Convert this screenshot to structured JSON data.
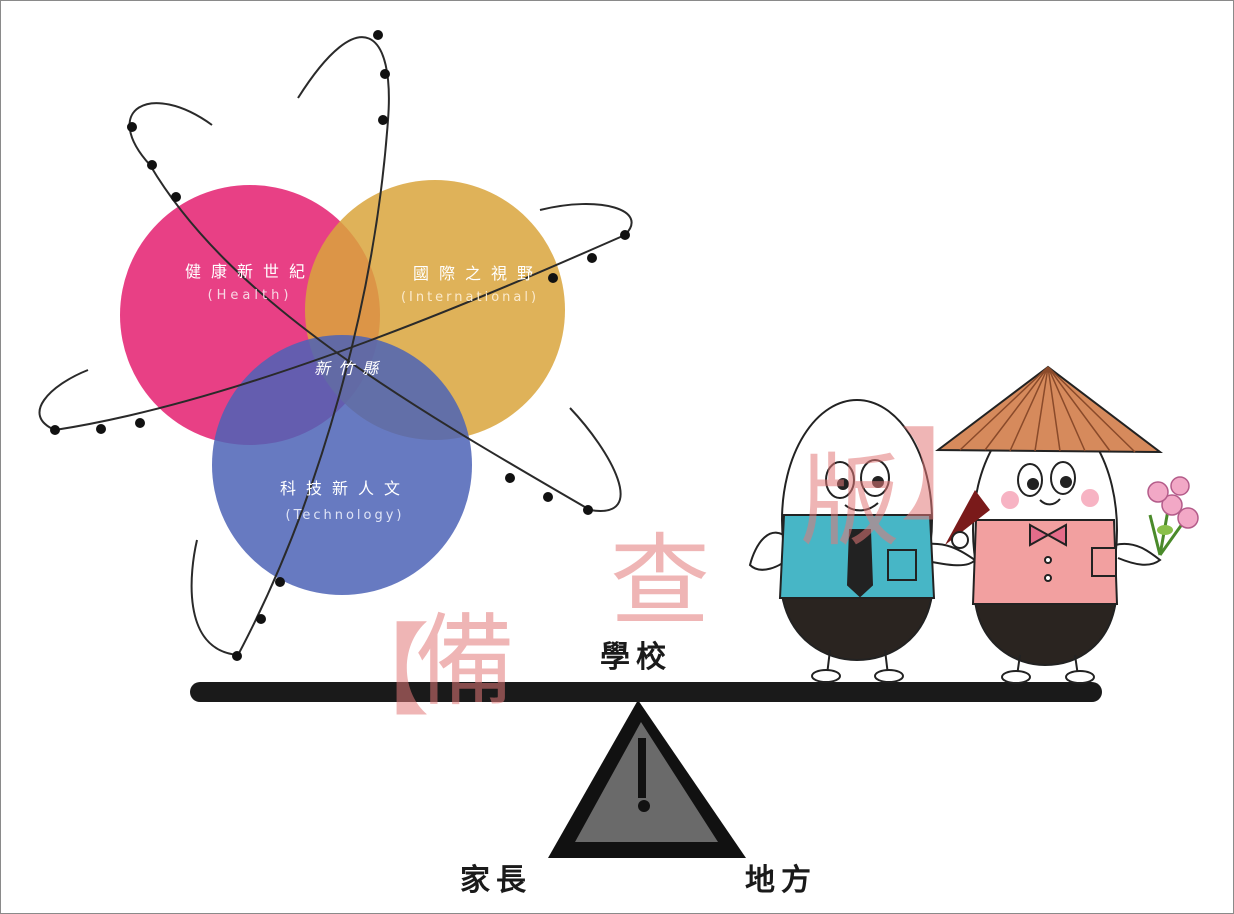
{
  "circles": {
    "health": {
      "name": "健康新世紀",
      "sub": "(Health)",
      "color": "#e62b78"
    },
    "international": {
      "name": "國際之視野",
      "sub": "(International)",
      "color": "#d9a53c"
    },
    "technology": {
      "name": "科技新人文",
      "sub": "(Technology)",
      "color": "#4c63b6"
    },
    "center": {
      "name": "新竹縣"
    }
  },
  "seesaw": {
    "school": "學校",
    "parents": "家長",
    "community": "地方"
  },
  "watermark": {
    "bracket_open": "【",
    "char1": "備",
    "char2": "查",
    "char3": "版",
    "bracket_close": "】"
  },
  "colors": {
    "beam": "#1a1a1a",
    "fulcrum_fill": "#6a6a6a",
    "boy_shirt": "#47b6c6",
    "girl_shirt": "#f2a0a0",
    "hat": "#d68a5c"
  }
}
